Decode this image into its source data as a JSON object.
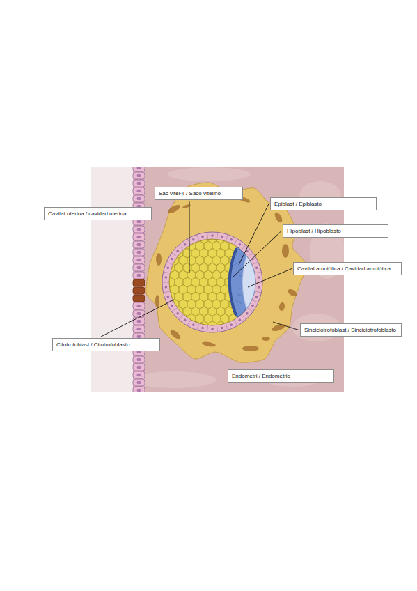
{
  "diagram": {
    "nodes": [
      {
        "text": [
          "Sac vitel·lí / Saco vitelino"
        ]
      },
      {
        "text": [
          "Epiblast / Epiblasto"
        ]
      },
      {
        "text": [
          "Cavitat uterina / cavidad uterina"
        ]
      },
      {
        "text": [
          "Hipoblast / Hipoblasto"
        ]
      },
      {
        "text": [
          "Cavitat amniòtica / Cavidad amniótica"
        ]
      },
      {
        "text": [
          "Sinciciotrofoblast / Sinciciotrofoblasto"
        ]
      },
      {
        "text": [
          "Citotrofoblast / Citotrofoblasto"
        ]
      },
      {
        "text": [
          "Endometri / Endometrio"
        ]
      }
    ]
  }
}
